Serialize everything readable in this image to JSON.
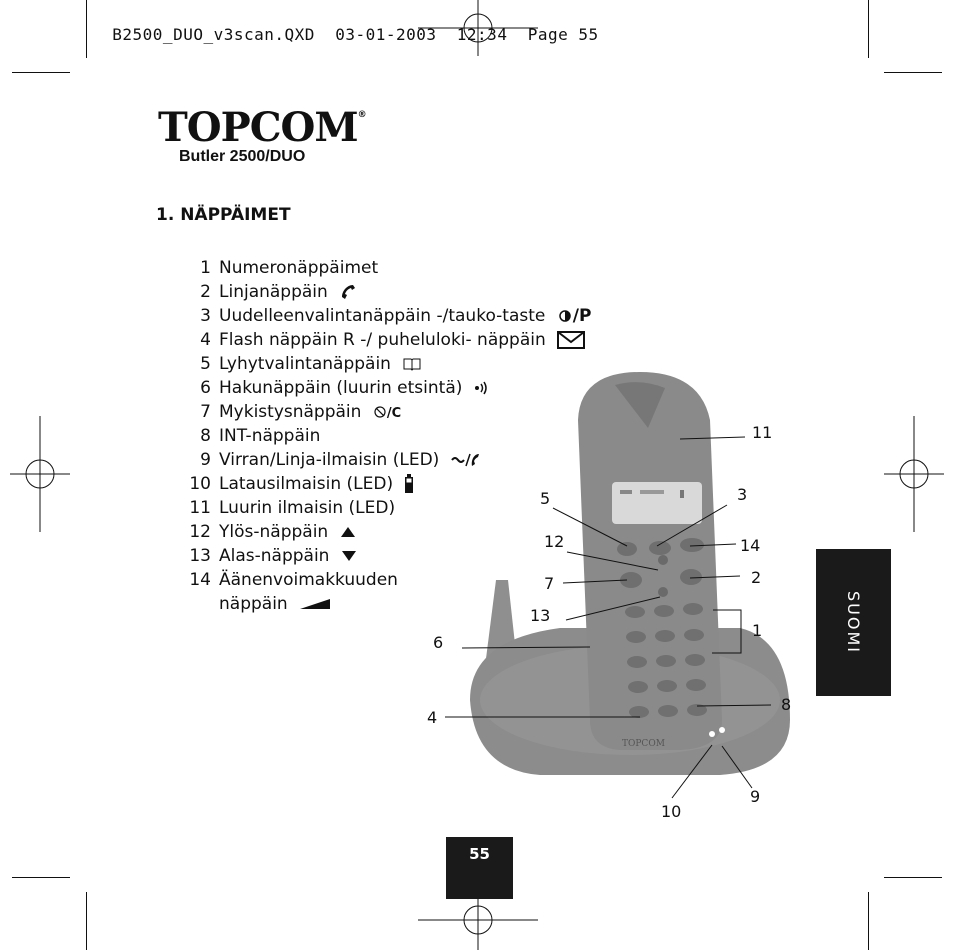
{
  "header": {
    "slug": "B2500_DUO_v3scan.QXD",
    "date": "03-01-2003",
    "time": "12:34",
    "page_label": "Page 55"
  },
  "brand": {
    "logo": "TOPCOM",
    "registered": "®",
    "model": "Butler 2500/DUO"
  },
  "section": {
    "title": "1. NÄPPÄIMET",
    "items": [
      {
        "n": "1",
        "label": "Numeronäppäimet"
      },
      {
        "n": "2",
        "label": "Linjanäppäin",
        "icon": "phone-handset-icon"
      },
      {
        "n": "3",
        "label": "Uudelleenvalintanäppäin -/tauko-taste",
        "icon": "redial-icon",
        "suffix": "/P"
      },
      {
        "n": "4",
        "label": "Flash näppäin R -/ puheluloki- näppäin",
        "icon": "envelope-icon"
      },
      {
        "n": "5",
        "label": "Lyhytvalintanäppäin",
        "icon": "book-icon"
      },
      {
        "n": "6",
        "label": "Hakunäppäin (luurin etsintä)",
        "icon": "paging-icon"
      },
      {
        "n": "7",
        "label": "Mykistysnäppäin",
        "icon": "mute-icon",
        "suffix": "/C"
      },
      {
        "n": "8",
        "label": "INT-näppäin"
      },
      {
        "n": "9",
        "label": "Virran/Linja-ilmaisin (LED)",
        "icon": "power-line-icon"
      },
      {
        "n": "10",
        "label": "Latausilmaisin (LED)",
        "icon": "battery-icon"
      },
      {
        "n": "11",
        "label": "Luurin ilmaisin (LED)"
      },
      {
        "n": "12",
        "label": "Ylös-näppäin",
        "icon": "up-arrow-icon"
      },
      {
        "n": "13",
        "label": "Alas-näppäin",
        "icon": "down-arrow-icon"
      },
      {
        "n": "14",
        "label": "Äänenvoimakkuuden"
      },
      {
        "n": "",
        "label": "näppäin",
        "icon": "volume-wedge-icon"
      }
    ]
  },
  "figure": {
    "callouts": [
      "11",
      "5",
      "3",
      "12",
      "14",
      "7",
      "2",
      "13",
      "1",
      "6",
      "8",
      "4",
      "9",
      "10"
    ],
    "phone_brand": "TOPCOM"
  },
  "side_tab": {
    "label": "SUOMI"
  },
  "page_number": "55",
  "colors": {
    "ink": "#111111",
    "tab": "#1a1a1a",
    "device": "#8a8a8a"
  }
}
